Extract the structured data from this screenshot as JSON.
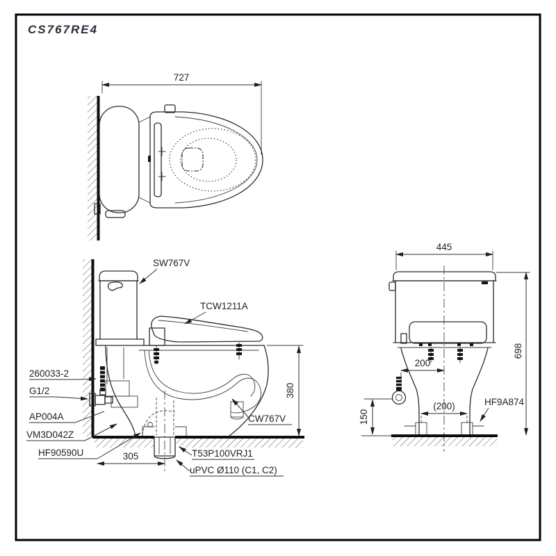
{
  "title": "CS767RE4",
  "colors": {
    "background": "#ffffff",
    "frame": "#000000",
    "line": "#2a2a2a",
    "text": "#1e1e1e",
    "title": "#2b2b38"
  },
  "plan_view": {
    "dimensions": {
      "overall_depth": "727"
    }
  },
  "side_view": {
    "part_labels": {
      "cistern": "SW767V",
      "washlet_seat": "TCW1211A",
      "bowl": "CW767V",
      "supply_hose": "260033-2",
      "inlet_thread": "G1/2",
      "stop_valve": "AP004A",
      "seal": "VM3D042Z",
      "floor_flange": "HF90590U",
      "drain_socket": "T53P100VRJ1",
      "drain_pipe": "uPVC Ø110 (C1, C2)"
    },
    "dimensions": {
      "rim_height": "380",
      "trap_distance": "305"
    }
  },
  "front_view": {
    "part_labels": {
      "bolt_cap": "HF9A874"
    },
    "dimensions": {
      "tank_width": "445",
      "total_height": "698",
      "supply_offset": "200",
      "bolt_pitch": "(200)",
      "supply_height": "150"
    }
  }
}
